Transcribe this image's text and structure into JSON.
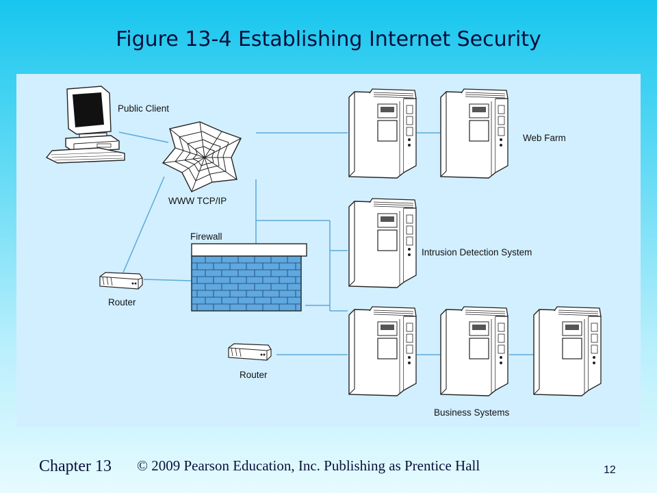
{
  "slide": {
    "title": "Figure 13-4 Establishing Internet Security",
    "footer_chapter": "Chapter 13",
    "footer_copyright": "© 2009 Pearson Education, Inc.  Publishing as Prentice Hall",
    "page_number": "12"
  },
  "diagram": {
    "labels": {
      "public_client": "Public Client",
      "www": "WWW TCP/IP",
      "firewall": "Firewall",
      "router_left": "Router",
      "router_bottom": "Router",
      "web_farm": "Web Farm",
      "ids": "Intrusion Detection System",
      "business": "Business Systems"
    },
    "colors": {
      "panel_background": "#d2efff",
      "link_lines": "#5aa9d6",
      "firewall_bricks": "#5fa8e0"
    }
  }
}
